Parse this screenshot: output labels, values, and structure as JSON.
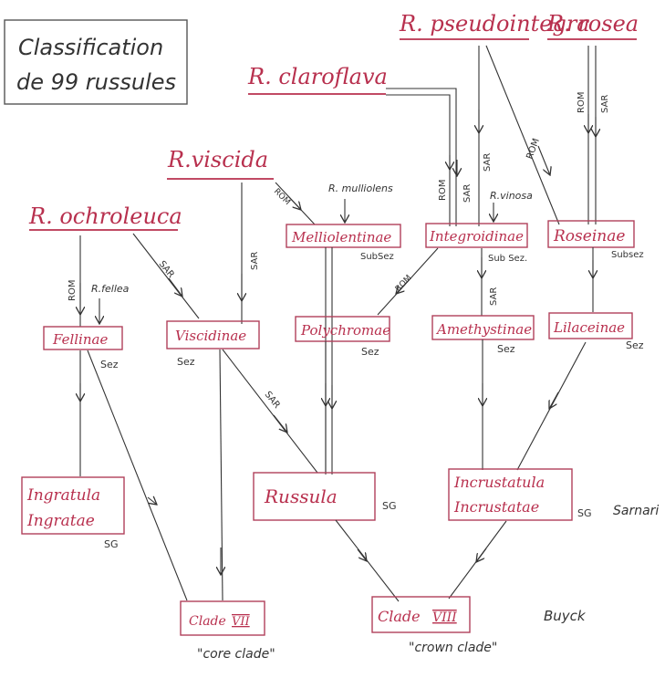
{
  "title": {
    "line1": "Classification",
    "line2": "de 99 russules"
  },
  "species": {
    "pseudointegra": "R. pseudointegra",
    "rosea": "R. rosea",
    "claroflava": "R. claroflava",
    "viscida": "R.viscida",
    "ochroleuca": "R. ochroleuca"
  },
  "side_species": {
    "mullicolens": "R. mulliolens",
    "vinosa": "R.vinosa",
    "fellea": "R.fellea"
  },
  "taxa": {
    "melliolentinae": {
      "name": "Melliolentinae",
      "rank": "SubSez"
    },
    "integroidinae": {
      "name": "Integroidinae",
      "rank": "Sub Sez."
    },
    "roseinae": {
      "name": "Roseinae",
      "rank": "Subsez"
    },
    "fellinae": {
      "name": "Fellinae",
      "rank": "Sez"
    },
    "viscidinae": {
      "name": "Viscidinae",
      "rank": "Sez"
    },
    "polychromae": {
      "name": "Polychromae",
      "rank": "Sez"
    },
    "amethystinae": {
      "name": "Amethystinae",
      "rank": "Sez"
    },
    "lilaceinae": {
      "name": "Lilaceinae",
      "rank": "Sez"
    },
    "ingratula": {
      "name1": "Ingratula",
      "name2": "Ingratae",
      "rank": "SG"
    },
    "russula": {
      "name": "Russula",
      "rank": "SG"
    },
    "incrustatula": {
      "name1": "Incrustatula",
      "name2": "Incrustatae",
      "rank": "SG"
    },
    "clade7": {
      "name": "Clade",
      "numeral": "VII",
      "note": "\"core clade\""
    },
    "clade8": {
      "name": "Clade",
      "numeral": "VIII",
      "note": "\"crown clade\""
    }
  },
  "authors": {
    "sarnari": "Sarnari",
    "buyck": "Buyck"
  },
  "edge_labels": {
    "rom": "ROM",
    "sar": "SAR"
  }
}
